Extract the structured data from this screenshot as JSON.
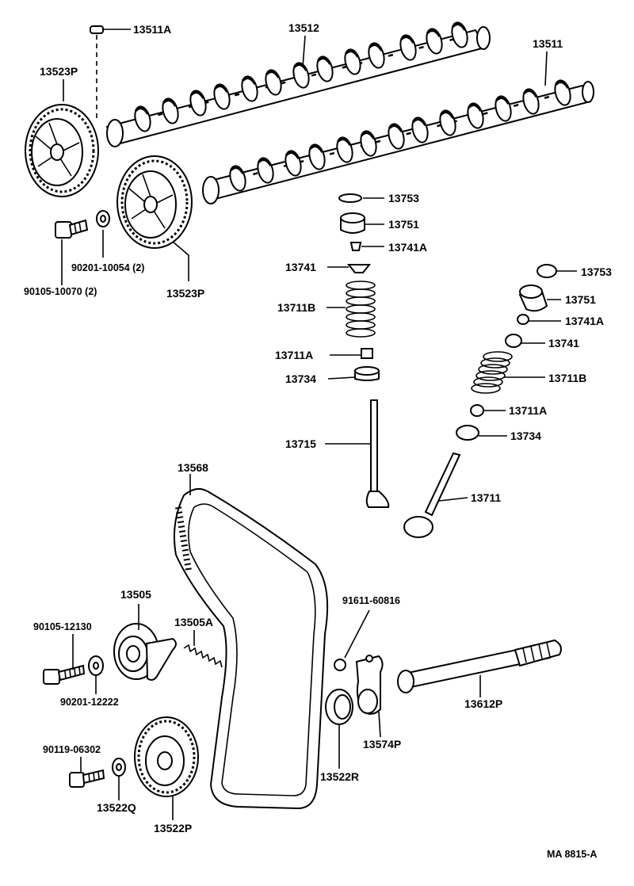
{
  "diagram": {
    "ref_code": "MA 8815-A",
    "labels": {
      "p13511A": "13511A",
      "p13512": "13512",
      "p13511": "13511",
      "p13523P_top": "13523P",
      "p13523P_bottom": "13523P",
      "p90201_10054": "90201-10054 (2)",
      "p90105_10070": "90105-10070 (2)",
      "p13753_a": "13753",
      "p13751_a": "13751",
      "p13741A_a": "13741A",
      "p13741_a": "13741",
      "p13711B_a": "13711B",
      "p13711A_a": "13711A",
      "p13734_a": "13734",
      "p13715": "13715",
      "p13753_b": "13753",
      "p13751_b": "13751",
      "p13741A_b": "13741A",
      "p13741_b": "13741",
      "p13711B_b": "13711B",
      "p13711A_b": "13711A",
      "p13734_b": "13734",
      "p13711": "13711",
      "p13568": "13568",
      "p13505": "13505",
      "p13505A": "13505A",
      "p90105_12130": "90105-12130",
      "p90201_12222": "90201-12222",
      "p90119_06302": "90119-06302",
      "p13522Q": "13522Q",
      "p13522P": "13522P",
      "p91611_60816": "91611-60816",
      "p13612P": "13612P",
      "p13574P": "13574P",
      "p13522R": "13522R"
    }
  }
}
